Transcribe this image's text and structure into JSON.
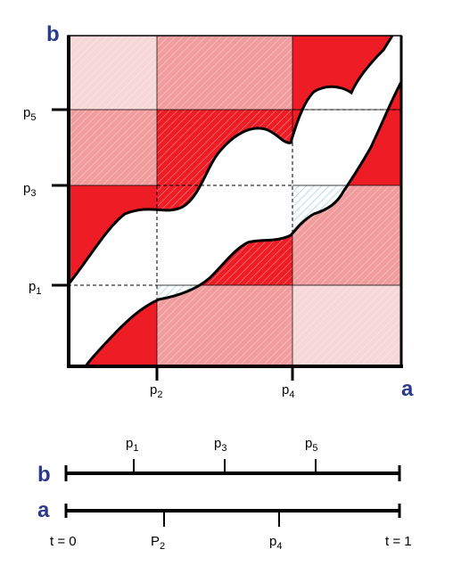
{
  "colors": {
    "red": "#ee1c25",
    "pink": "#f19c9d",
    "light_pink": "#f7d7d8",
    "teal_hatch": "#9ecfd1",
    "axis_letter": "#2b3a8f",
    "line": "#000000"
  },
  "square": {
    "vertical_axis_label": "b",
    "horizontal_axis_label": "a",
    "left_ticks": [
      {
        "main": "p",
        "sub": "5"
      },
      {
        "main": "p",
        "sub": "3"
      },
      {
        "main": "p",
        "sub": "1"
      }
    ],
    "bottom_ticks": [
      {
        "main": "p",
        "sub": "2"
      },
      {
        "main": "p",
        "sub": "4"
      }
    ]
  },
  "timelines": {
    "b_label": "b",
    "a_label": "a",
    "b_ticks": [
      {
        "main": "p",
        "sub": "1"
      },
      {
        "main": "p",
        "sub": "3"
      },
      {
        "main": "p",
        "sub": "5"
      }
    ],
    "a_ticks": [
      {
        "main": "P",
        "sub": "2"
      },
      {
        "main": "p",
        "sub": "4"
      }
    ],
    "start_label": "t = 0",
    "end_label": "t = 1"
  }
}
